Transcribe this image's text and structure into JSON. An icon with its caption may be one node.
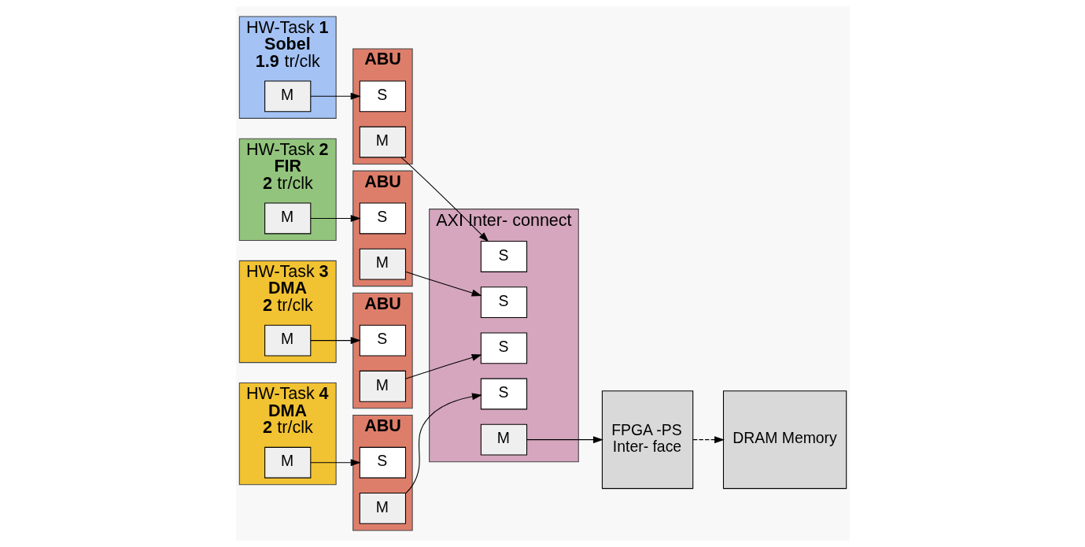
{
  "diagram": {
    "nodes": [
      {
        "text": [
          "HW-Task **1**",
          "Sobel",
          "**1.9** tr/clk"
        ]
      },
      {
        "text": [
          "M"
        ],
        "in": 0
      },
      {
        "text": [
          "ABU"
        ]
      },
      {
        "text": [
          "S"
        ],
        "in": 2
      },
      {
        "text": [
          "M"
        ],
        "in": 2
      },
      {
        "text": [
          "HW-Task **2**",
          "FIR",
          "**2** tr/clk"
        ]
      },
      {
        "text": [
          "M"
        ],
        "in": 5
      },
      {
        "text": [
          "ABU"
        ]
      },
      {
        "text": [
          "S"
        ],
        "in": 7
      },
      {
        "text": [
          "M"
        ],
        "in": 7
      },
      {
        "text": [
          "HW-Task **3**",
          "DMA",
          "**2** tr/clk"
        ]
      },
      {
        "text": [
          "M"
        ],
        "in": 10
      },
      {
        "text": [
          "ABU"
        ]
      },
      {
        "text": [
          "S"
        ],
        "in": 12
      },
      {
        "text": [
          "M"
        ],
        "in": 12
      },
      {
        "text": [
          "HW-Task **4**",
          "DMA",
          "**2** tr/clk"
        ]
      },
      {
        "text": [
          "M"
        ],
        "in": 15
      },
      {
        "text": [
          "ABU"
        ]
      },
      {
        "text": [
          "S"
        ],
        "in": 17
      },
      {
        "text": [
          "M"
        ],
        "in": 17
      },
      {
        "text": [
          "AXI Inter- connect"
        ]
      },
      {
        "text": [
          "S"
        ],
        "in": 20
      },
      {
        "text": [
          "S"
        ],
        "in": 20
      },
      {
        "text": [
          "S"
        ],
        "in": 20
      },
      {
        "text": [
          "S"
        ],
        "in": 20
      },
      {
        "text": [
          "M"
        ],
        "in": 20
      },
      {
        "text": [
          "FPGA -PS",
          "Inter- face"
        ]
      },
      {
        "text": [
          "DRAM Memory"
        ]
      }
    ],
    "edges": [
      {
        "from": 1,
        "to": 3,
        "arrow": "to"
      },
      {
        "from": 4,
        "to": 21,
        "arrow": "to"
      },
      {
        "from": 6,
        "to": 8,
        "arrow": "to"
      },
      {
        "from": 9,
        "to": 22,
        "arrow": "to"
      },
      {
        "from": 11,
        "to": 13,
        "arrow": "to"
      },
      {
        "from": 14,
        "to": 23,
        "arrow": "to"
      },
      {
        "from": 16,
        "to": 18,
        "arrow": "to"
      },
      {
        "from": 19,
        "to": 24,
        "arrow": "to"
      },
      {
        "from": 25,
        "to": 26,
        "arrow": "to"
      },
      {
        "from": 26,
        "to": 27,
        "arrow": "to",
        "style": "dashed"
      }
    ]
  }
}
